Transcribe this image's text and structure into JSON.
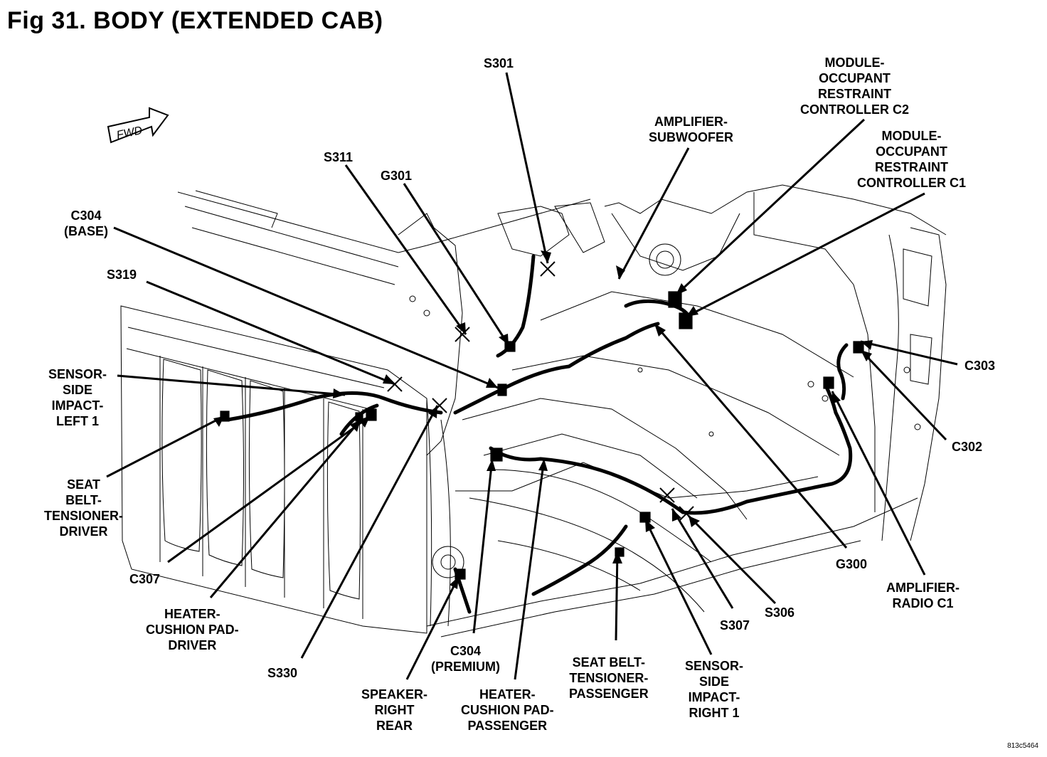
{
  "title": "Fig 31. BODY (EXTENDED CAB)",
  "fwd_label": "FWD",
  "drawing_code": "813c5464",
  "labels": {
    "s301": "S301",
    "module_orc_c2": "MODULE-\nOCCUPANT\nRESTRAINT\nCONTROLLER C2",
    "amplifier_subwoofer": "AMPLIFIER-\nSUBWOOFER",
    "module_orc_c1": "MODULE-\nOCCUPANT\nRESTRAINT\nCONTROLLER C1",
    "s311": "S311",
    "g301": "G301",
    "c304_base": "C304\n(BASE)",
    "s319": "S319",
    "sensor_side_impact_left": "SENSOR-\nSIDE\nIMPACT-\nLEFT 1",
    "seat_belt_tensioner_driver": "SEAT\nBELT-\nTENSIONER-\nDRIVER",
    "c307": "C307",
    "heater_cushion_driver": "HEATER-\nCUSHION PAD-\nDRIVER",
    "s330": "S330",
    "speaker_right_rear": "SPEAKER-\nRIGHT\nREAR",
    "c304_premium": "C304\n(PREMIUM)",
    "heater_cushion_passenger": "HEATER-\nCUSHION PAD-\nPASSENGER",
    "seat_belt_tensioner_passenger": "SEAT BELT-\nTENSIONER-\nPASSENGER",
    "sensor_side_impact_right": "SENSOR-\nSIDE\nIMPACT-\nRIGHT 1",
    "s307": "S307",
    "s306": "S306",
    "g300": "G300",
    "amplifier_radio": "AMPLIFIER-\nRADIO C1",
    "c303": "C303",
    "c302": "C302"
  }
}
